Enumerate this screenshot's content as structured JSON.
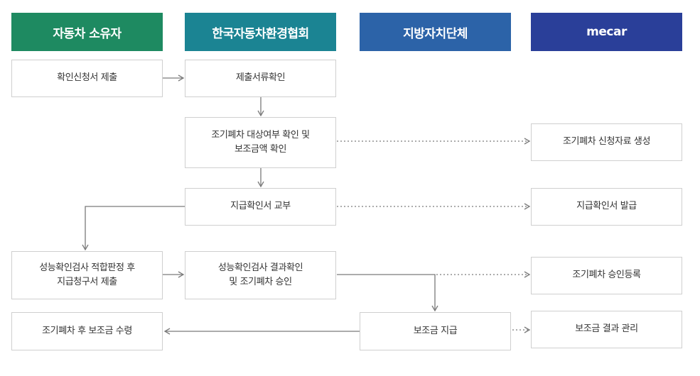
{
  "colors": {
    "owner": "#1e8a61",
    "association": "#1b8493",
    "local_gov": "#2c63a8",
    "mecar": "#2a3f99"
  },
  "headers": {
    "owner": "자동차 소유자",
    "association": "한국자동차환경협회",
    "local_gov": "지방자치단체",
    "mecar": "mecar"
  },
  "steps": {
    "owner_submit": [
      "확인신청서 제출"
    ],
    "check_docs": [
      "제출서류확인"
    ],
    "check_eligibility": [
      "조기폐차 대상여부 확인 및",
      "보조금액 확인"
    ],
    "issue_confirmation": [
      "지급확인서 교부"
    ],
    "owner_inspection": [
      "성능확인검사 적합판정 후",
      "지급청구서 제출"
    ],
    "inspection_result": [
      "성능확인검사 결과확인",
      "및 조기폐차 승인"
    ],
    "owner_receive": [
      "조기폐차 후 보조금 수령"
    ],
    "subsidy_payment": [
      "보조금 지급"
    ],
    "mecar_application": [
      "조기폐차 신청자료 생성"
    ],
    "mecar_issue": [
      "지급확인서 발급"
    ],
    "mecar_register": [
      "조기폐차 승인등록"
    ],
    "mecar_manage": [
      "보조금 결과 관리"
    ]
  }
}
